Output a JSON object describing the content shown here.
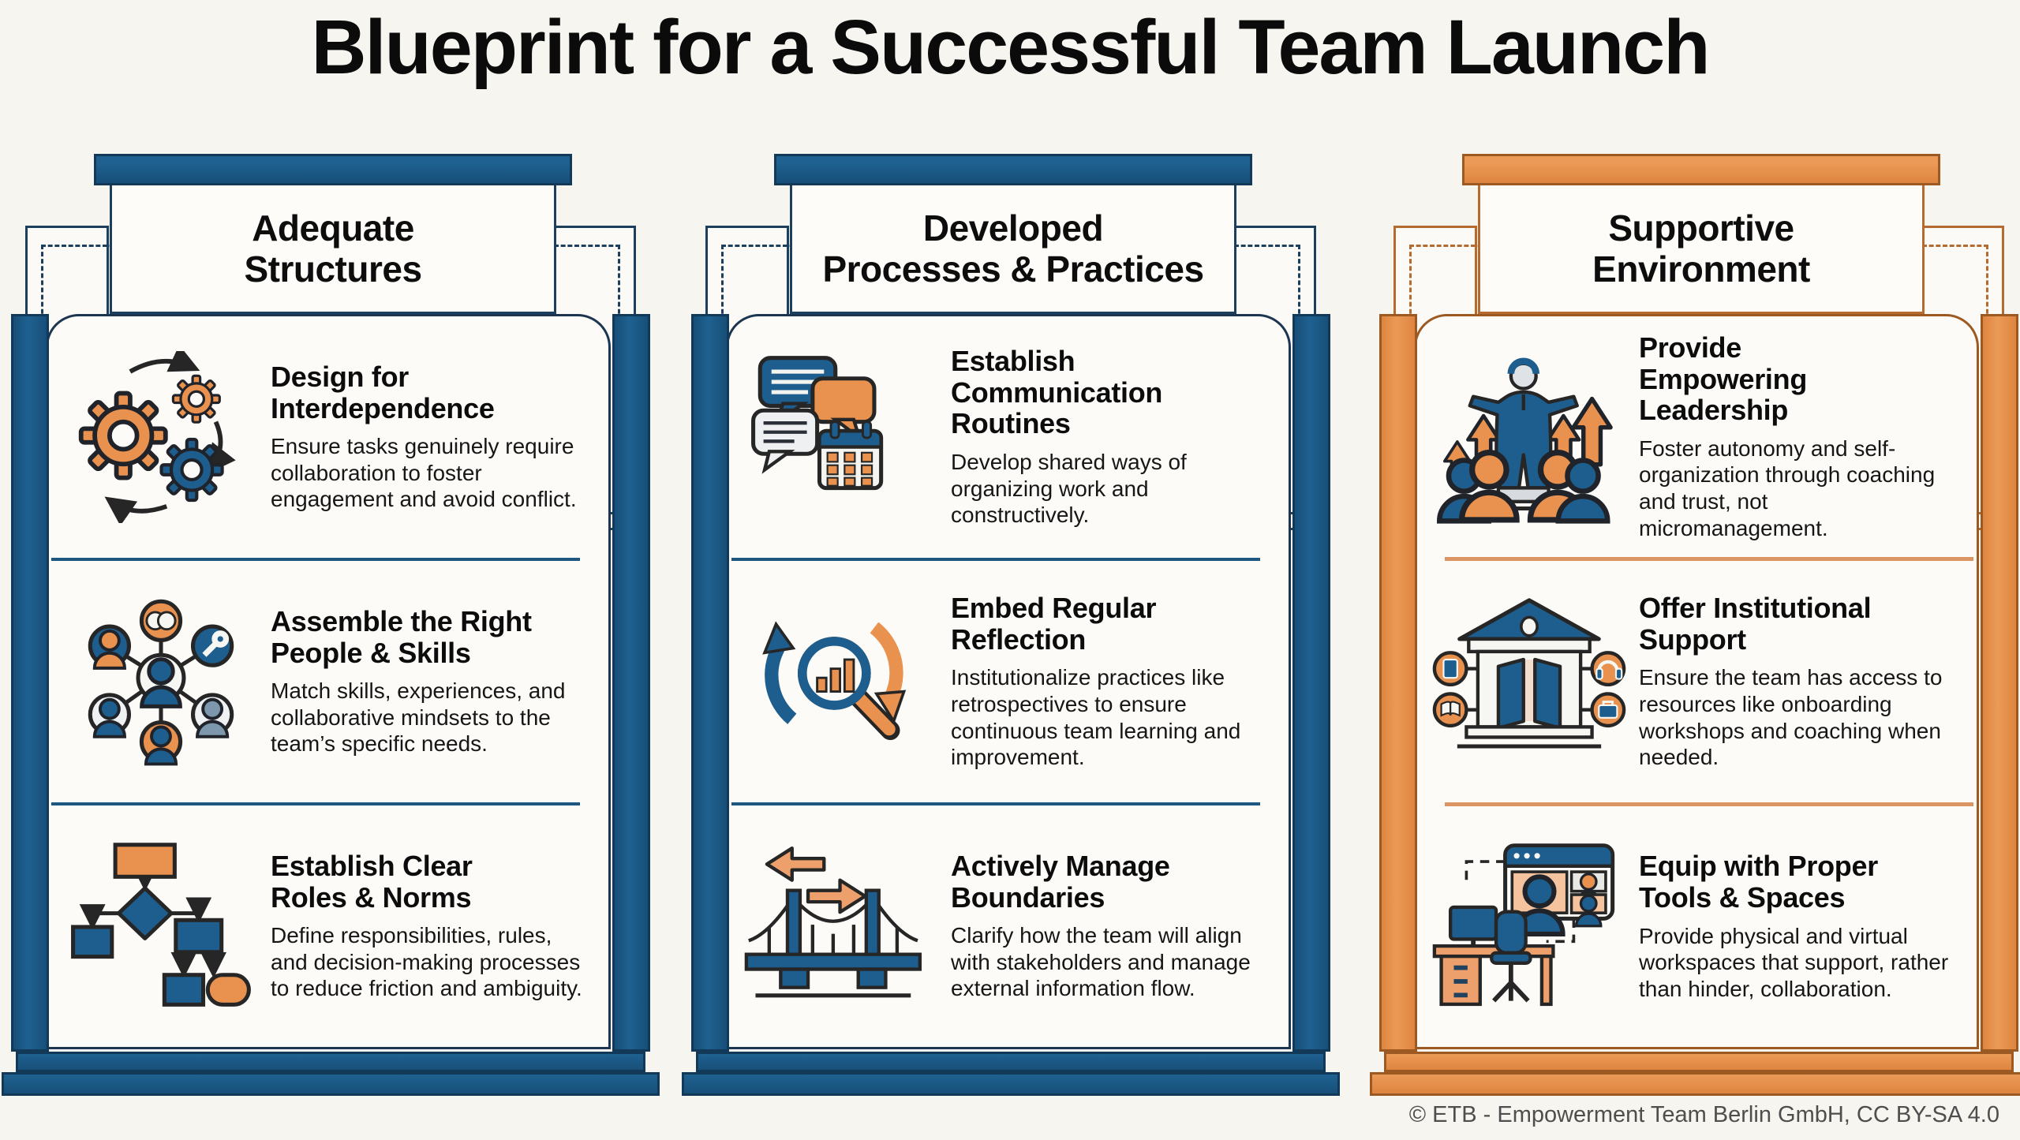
{
  "title": "Blueprint for a Successful Team Launch",
  "footer": "© ETB - Empowerment Team Berlin GmbH, CC BY-SA 4.0",
  "colors": {
    "blue": "#1f6190",
    "blue_dark": "#123a58",
    "orange": "#eb9a57",
    "orange_dark": "#9c5a22",
    "background": "#f7f5f0",
    "card_background": "#fcfbf7",
    "ink": "#0b0b0b"
  },
  "columns": [
    {
      "title": "Adequate\nStructures",
      "theme": "blue",
      "items": [
        {
          "icon": "gears-icon",
          "heading": "Design for\nInterdependence",
          "body": "Ensure tasks genuinely require collaboration to foster engagement and avoid conflict."
        },
        {
          "icon": "people-network-icon",
          "heading": "Assemble the Right\nPeople & Skills",
          "body": "Match skills, experiences, and collaborative mindsets to the team’s specific needs."
        },
        {
          "icon": "flowchart-icon",
          "heading": "Establish Clear\nRoles & Norms",
          "body": "Define responsibilities, rules, and decision-making processes to reduce friction and ambiguity."
        }
      ]
    },
    {
      "title": "Developed\nProcesses & Practices",
      "theme": "blue",
      "items": [
        {
          "icon": "chat-calendar-icon",
          "heading": "Establish\nCommunication\nRoutines",
          "body": "Develop shared ways of organizing work and constructively."
        },
        {
          "icon": "cycle-magnifier-icon",
          "heading": "Embed Regular\nReflection",
          "body": "Institutionalize practices like retrospectives to ensure continuous team learning and improvement."
        },
        {
          "icon": "bridge-icon",
          "heading": "Actively Manage\nBoundaries",
          "body": "Clarify how the team will align with stakeholders and manage external information flow."
        }
      ]
    },
    {
      "title": "Supportive\nEnvironment",
      "theme": "orange",
      "items": [
        {
          "icon": "empowering-leader-icon",
          "heading": "Provide\nEmpowering\nLeadership",
          "body": "Foster autonomy and self-organization through coaching and trust, not micromanagement."
        },
        {
          "icon": "institution-icon",
          "heading": "Offer Institutional\nSupport",
          "body": "Ensure the team has access to resources like onboarding workshops and coaching when needed."
        },
        {
          "icon": "workspace-icon",
          "heading": "Equip with Proper\nTools & Spaces",
          "body": "Provide physical and virtual workspaces that support, rather than hinder, collaboration."
        }
      ]
    }
  ]
}
